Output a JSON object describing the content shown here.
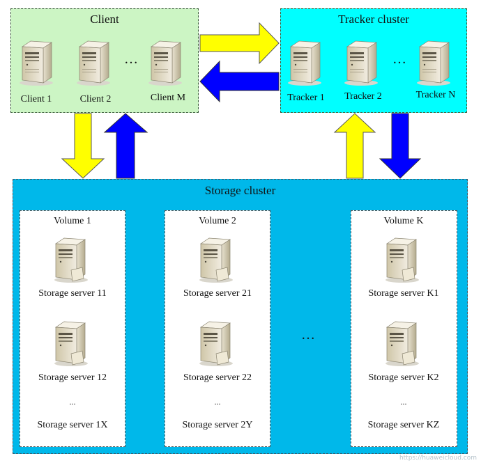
{
  "client": {
    "title": "Client",
    "items": [
      "Client 1",
      "Client 2",
      "Client M"
    ],
    "ellipsis": "…"
  },
  "tracker": {
    "title": "Tracker cluster",
    "items": [
      "Tracker 1",
      "Tracker 2",
      "Tracker N"
    ],
    "ellipsis": "…"
  },
  "storage": {
    "title": "Storage cluster",
    "ellipsis": "…",
    "volumes": [
      {
        "title": "Volume 1",
        "servers": [
          "Storage server 11",
          "Storage server 12"
        ],
        "dots": "...",
        "last": "Storage server 1X"
      },
      {
        "title": "Volume 2",
        "servers": [
          "Storage server 21",
          "Storage server 22"
        ],
        "dots": "...",
        "last": "Storage server 2Y"
      },
      {
        "title": "Volume K",
        "servers": [
          "Storage server K1",
          "Storage server K2"
        ],
        "dots": "...",
        "last": "Storage server KZ"
      }
    ]
  },
  "colors": {
    "client_bg": "#ccf5c4",
    "tracker_bg": "#00ffff",
    "storage_bg": "#00b8ea",
    "arrow_yellow": "#ffff00",
    "arrow_blue": "#0000ff"
  },
  "watermark": "https://huaweicloud.com"
}
